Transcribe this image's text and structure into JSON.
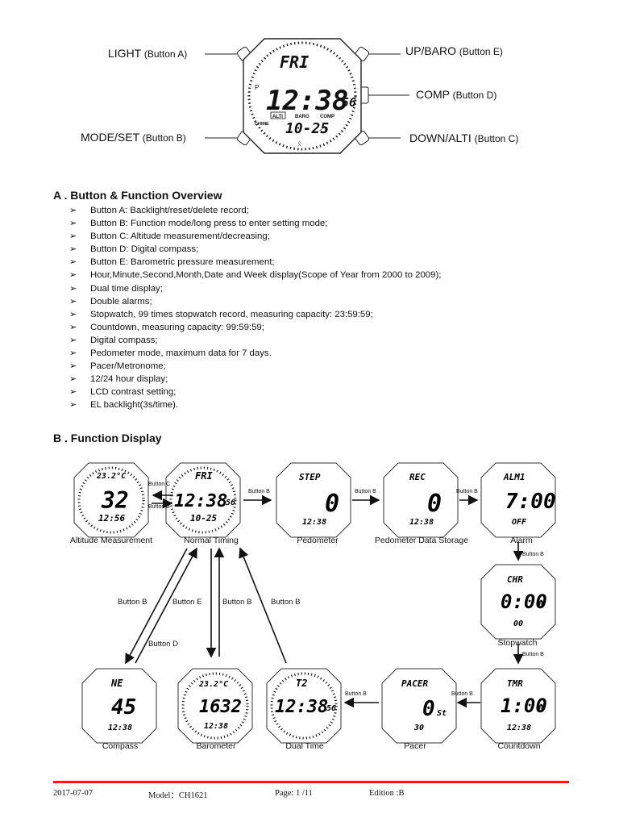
{
  "top_diagram": {
    "labels": {
      "light": {
        "main": "LIGHT",
        "btn": "(Button A)"
      },
      "mode": {
        "main": "MODE/SET",
        "btn": "(Button B)"
      },
      "up": {
        "main": "UP/BARO",
        "btn": "(Button E)"
      },
      "comp": {
        "main": "COMP",
        "btn": "(Button D)"
      },
      "down": {
        "main": "DOWN/ALTI",
        "btn": "(Button C)"
      }
    },
    "watch": {
      "day": "FRI",
      "time": "12:38",
      "seconds": "56",
      "pm": "P",
      "indicators": [
        "ALTI",
        "BARO",
        "COMP"
      ],
      "chime": "CHIME",
      "date": "10-25"
    }
  },
  "section_a": {
    "heading": "A . Button & Function Overview",
    "bullet": "➢",
    "items": [
      "Button A: Backlight/reset/delete record;",
      "Button B: Function mode/long press to enter setting mode;",
      "Button C: Altitude measurement/decreasing;",
      "Button D: Digital compass;",
      "Button E: Barometric pressure measurement;",
      "Hour,Minute,Second,Month,Date and Week display(Scope of Year from 2000 to 2009);",
      "Dual time display;",
      "Double alarms;",
      "Stopwatch, 99 times stopwatch record, measuring capacity: 23:59:59;",
      "Countdown, measuring capacity: 99:59:59;",
      "Digital compass;",
      "Pedometer mode, maximum data for 7 days.",
      "Pacer/Metronome;",
      "12/24 hour display;",
      "LCD contrast setting;",
      "EL backlight(3s/time)."
    ]
  },
  "section_b": {
    "heading": "B . Function Display",
    "watches": {
      "altitude": {
        "caption": "Altitude Measurement",
        "top": "23.2°C",
        "main": "32",
        "bottom": "12:56"
      },
      "normal": {
        "caption": "Normal Timing",
        "top": "FRI",
        "main": "12:38",
        "sec": "56",
        "bottom": "10-25"
      },
      "pedometer": {
        "caption": "Pedometer",
        "top": "STEP",
        "main": "0",
        "bottom": "12:38"
      },
      "pedometer_storage": {
        "caption": "Pedometer Data Storage",
        "top": "REC",
        "main": "0",
        "bottom": "12:38"
      },
      "alarm": {
        "caption": "Alarm",
        "top": "ALM1",
        "main": "7:00",
        "bottom": "OFF"
      },
      "stopwatch": {
        "caption": "Stopwatch",
        "top": "CHR",
        "main": "0:00",
        "sec": "00",
        "bottom": "00"
      },
      "countdown": {
        "caption": "Countdown",
        "top": "TMR",
        "main": "1:00",
        "sec": "00",
        "bottom": "12:38"
      },
      "pacer": {
        "caption": "Pacer",
        "top": "PACER",
        "main": "0",
        "sec": "St",
        "bottom": "30"
      },
      "dual": {
        "caption": "Dual Time",
        "top": "T2",
        "main": "12:38",
        "sec": "56",
        "bottom": ""
      },
      "barometer": {
        "caption": "Barometer",
        "top": "23.2°C",
        "main": "1632",
        "bottom": "12:38"
      },
      "compass": {
        "caption": "Compass",
        "top": "NE",
        "main": "45",
        "bottom": "12:38"
      }
    },
    "arrow_labels": {
      "button_c": "Button C",
      "button_b": "Button B",
      "button_d": "Button D",
      "button_e": "Button E"
    }
  },
  "footer": {
    "date": "2017-07-07",
    "model": "Model：CH1621",
    "page": "Page: 1 /11",
    "edition": "Edition :B"
  }
}
